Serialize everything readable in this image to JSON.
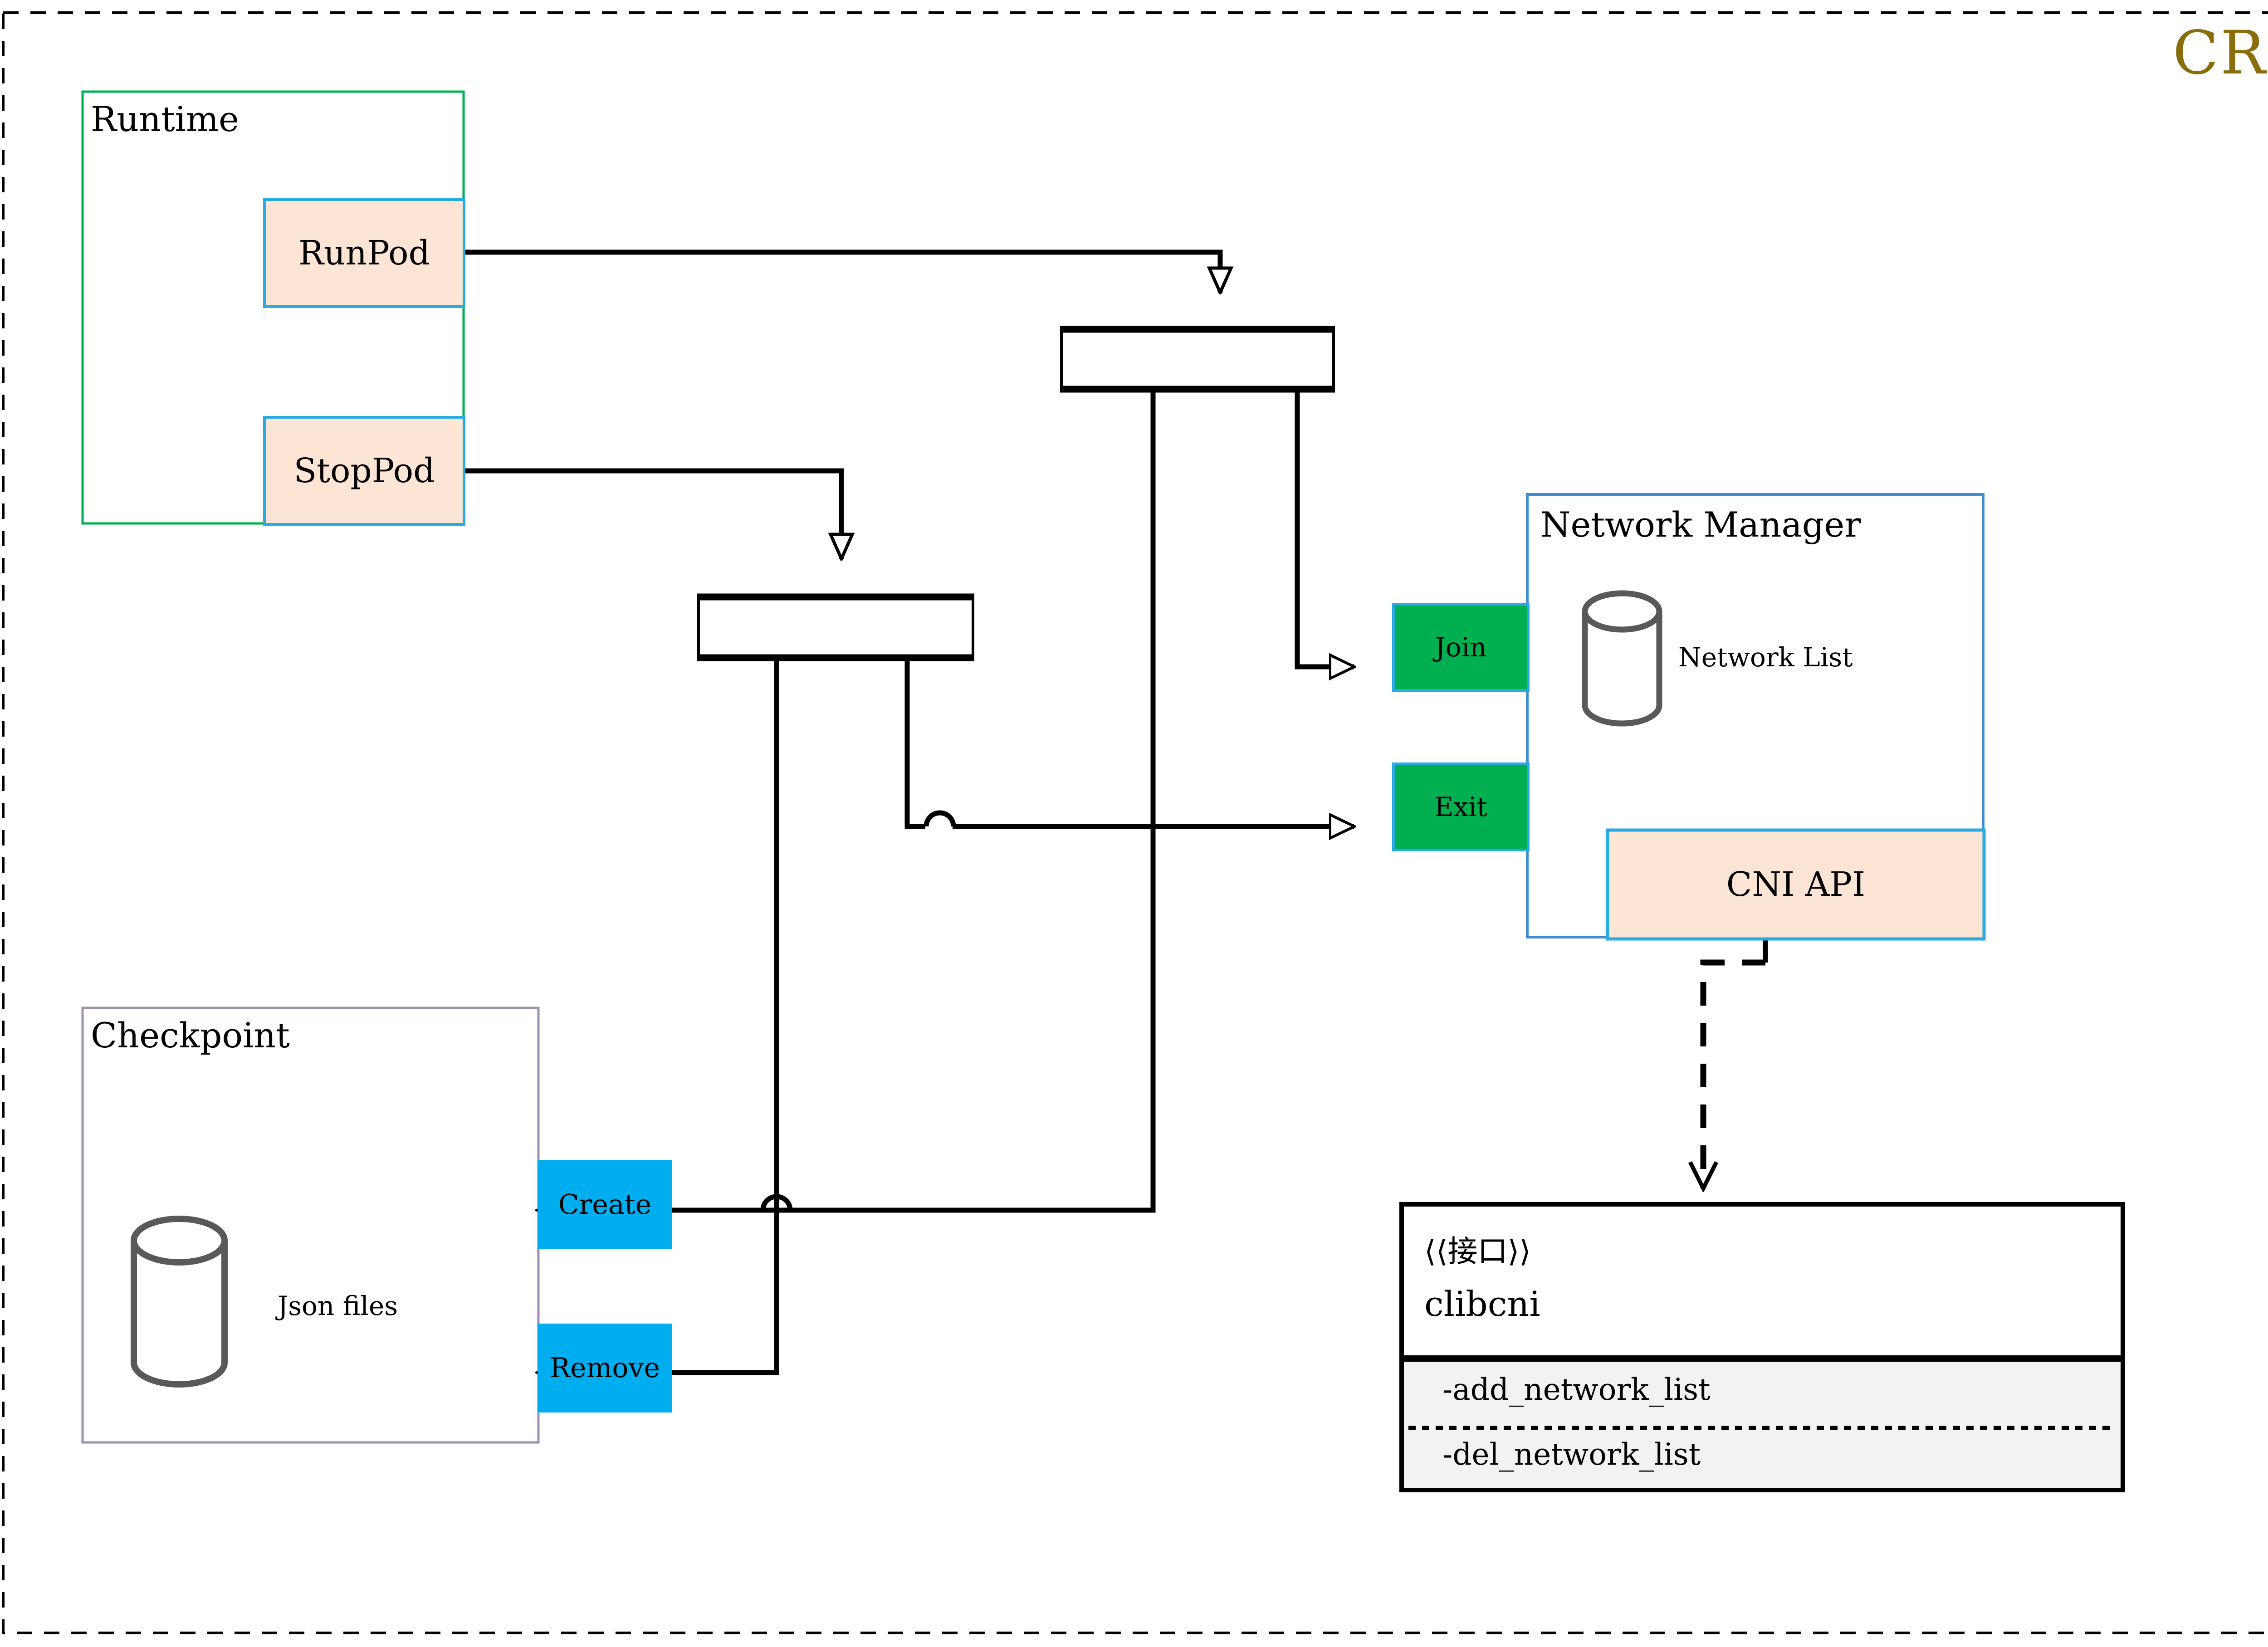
{
  "diagram": {
    "title": "CRI",
    "title_color": "#8a6d0b",
    "outer_border_style": "dashed"
  },
  "groups": {
    "runtime": {
      "label": "Runtime",
      "border_color": "#00b050",
      "operations": [
        {
          "label": "RunPod",
          "fill": "#fce5d4",
          "border": "#29abe2"
        },
        {
          "label": "StopPod",
          "fill": "#fce5d4",
          "border": "#29abe2"
        }
      ]
    },
    "checkpoint": {
      "label": "Checkpoint",
      "border_color": "#9d8fb0",
      "store_label": "Json files",
      "operations": [
        {
          "label": "Create",
          "fill": "#00adef"
        },
        {
          "label": "Remove",
          "fill": "#00adef"
        }
      ]
    },
    "network_manager": {
      "label": "Network Manager",
      "border_color": "#29abe2",
      "store_label": "Network List",
      "ports": [
        {
          "label": "Join",
          "fill": "#00b050",
          "border": "#29abe2"
        },
        {
          "label": "Exit",
          "fill": "#00b050",
          "border": "#29abe2"
        }
      ],
      "api": {
        "label": "CNI API",
        "fill": "#fce5d4",
        "border": "#29abe2"
      }
    }
  },
  "interface": {
    "stereotype": "⟨⟨接口⟩⟩",
    "name": "clibcni",
    "compartment_fill": "#f2f2f2",
    "methods": [
      "-add_network_list",
      "-del_network_list"
    ]
  },
  "icons": {
    "database": "database-cylinder-icon",
    "fork": "fork-join-bar-icon",
    "arrow_open": "open-arrowhead-icon",
    "arrow_dashed": "dashed-realization-arrow-icon"
  }
}
